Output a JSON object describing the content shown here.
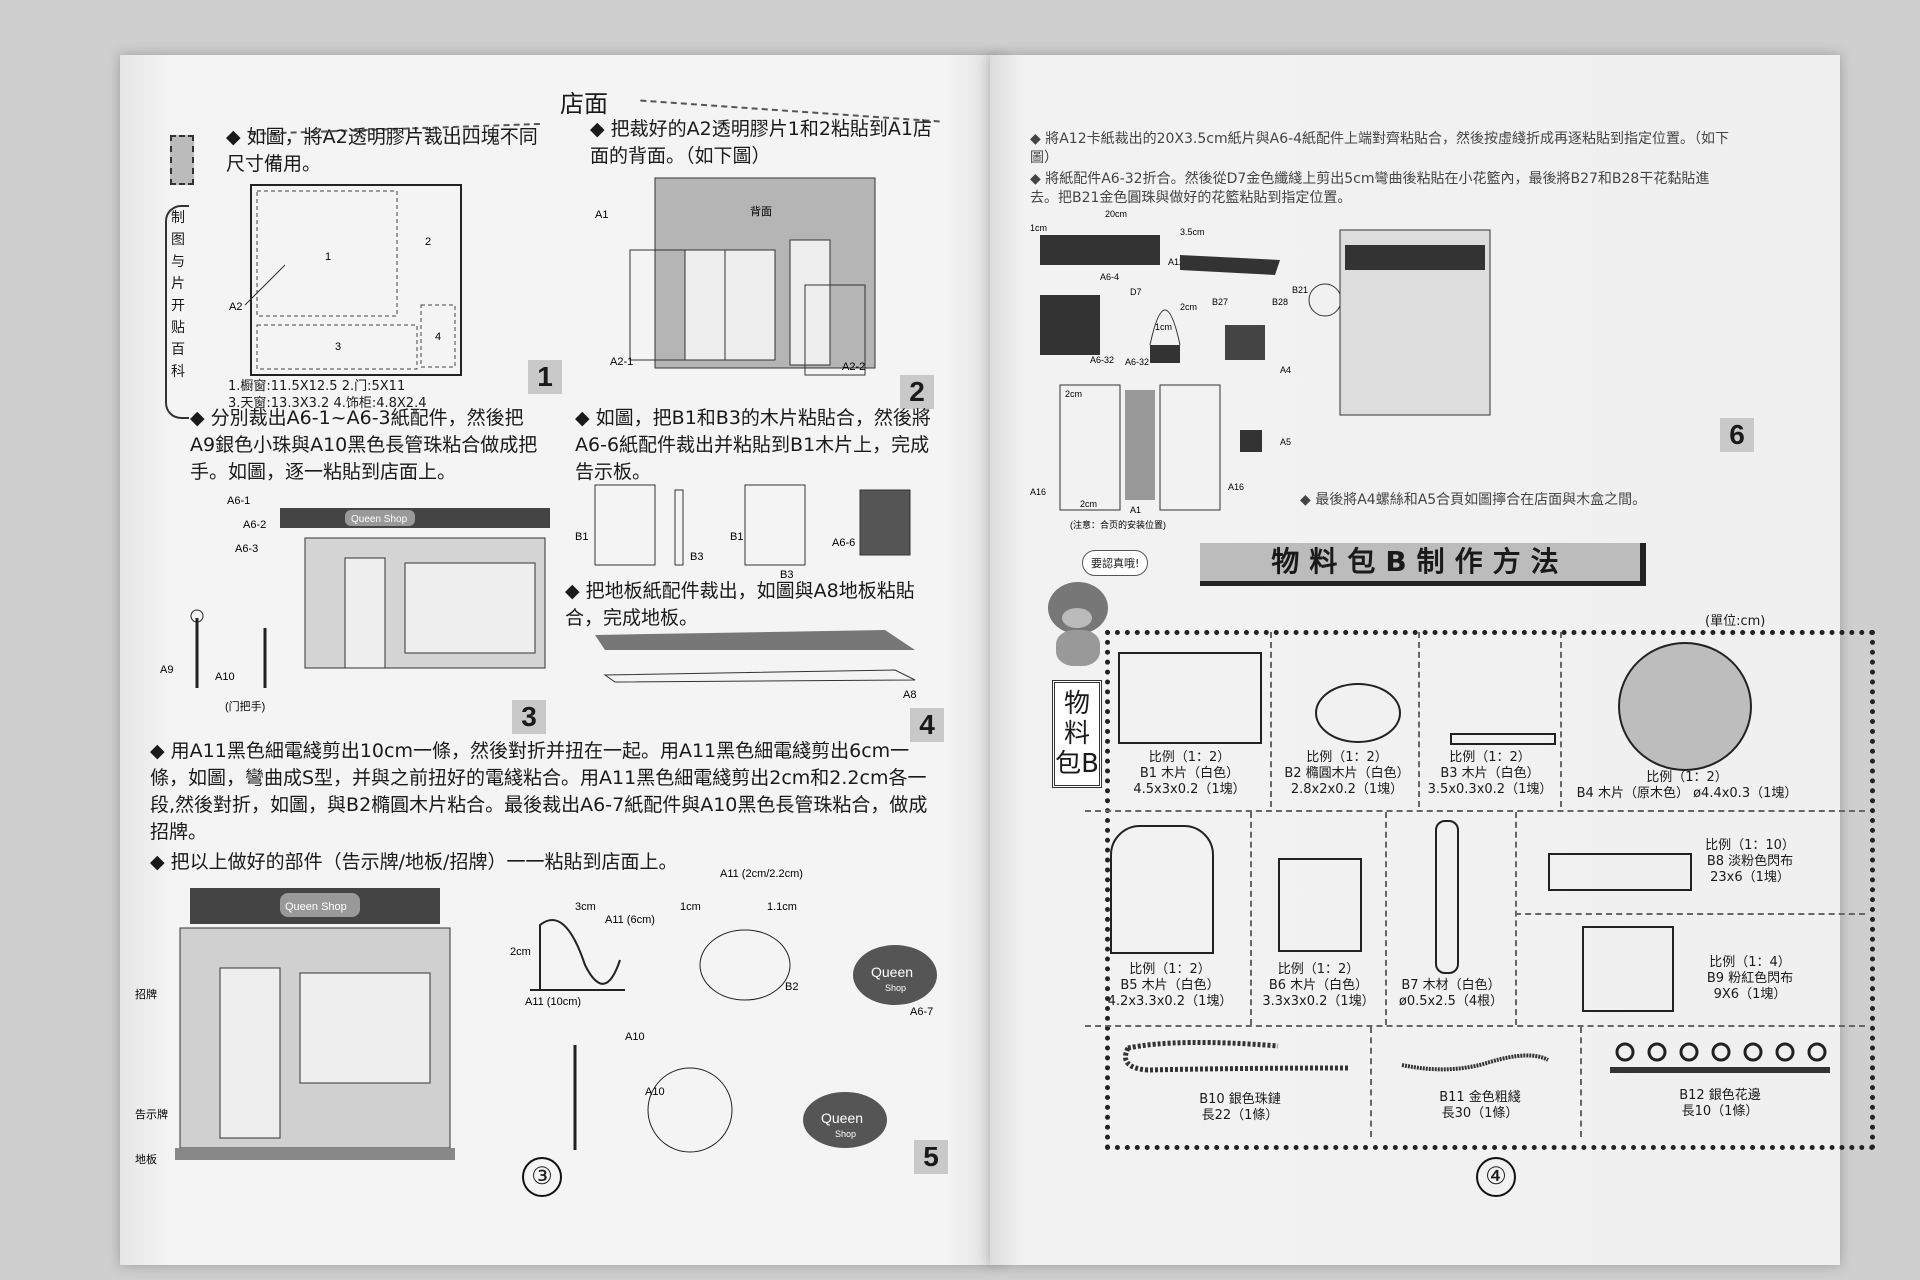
{
  "left_page": {
    "title": "店面",
    "side_tab": "制图与片开贴百科",
    "step1": {
      "text": "如圖，將A2透明膠片裁出四塊不同尺寸備用。",
      "labels": [
        "1",
        "2",
        "3",
        "4",
        "A2"
      ],
      "legend_line1": "1.橱窗:11.5X12.5  2.门:5X11",
      "legend_line2": "3.天窗:13.3X3.2  4.饰柜:4.8X2.4",
      "number": "1"
    },
    "step2": {
      "text": "把裁好的A2透明膠片1和2粘貼到A1店面的背面。（如下圖）",
      "labels": {
        "a1": "A1",
        "back": "背面",
        "a2_1": "A2-1",
        "a2_2": "A2-2"
      },
      "number": "2"
    },
    "step3": {
      "text": "分別裁出A6-1~A6-3紙配件，然後把A9銀色小珠與A10黑色長管珠粘合做成把手。如圖，逐一粘貼到店面上。",
      "labels": {
        "a6_1": "A6-1",
        "a6_2": "A6-2",
        "a6_3": "A6-3",
        "sign": "Queen Shop",
        "a9": "A9",
        "a10": "A10",
        "handle": "(门把手)"
      },
      "number": "3"
    },
    "step4": {
      "text1": "如圖，把B1和B3的木片粘貼合，然後將A6-6紙配件裁出并粘貼到B1木片上，完成告示板。",
      "text2": "把地板紙配件裁出，如圖與A8地板粘貼合，完成地板。",
      "labels": {
        "b1": "B1",
        "b3": "B3",
        "b1b": "B1",
        "b3b": "B3",
        "a6_6": "A6-6",
        "a8": "A8"
      },
      "number": "4"
    },
    "step5": {
      "text1": "用A11黑色細電綫剪出10cm一條，然後對折并扭在一起。用A11黑色細電綫剪出6cm一條，如圖，彎曲成S型，并與之前扭好的電綫粘合。用A11黑色細電綫剪出2cm和2.2cm各一段,然後對折，如圖，與B2橢圓木片粘合。最後裁出A6-7紙配件與A10黑色長管珠粘合，做成招牌。",
      "text2": "把以上做好的部件（告示牌/地板/招牌）一一粘貼到店面上。",
      "labels": {
        "signboard": "招牌",
        "notice": "告示牌",
        "floor": "地板",
        "a11_top": "A11 (2cm/2.2cm)",
        "cm3": "3cm",
        "a11_6": "A11 (6cm)",
        "cm2": "2cm",
        "cm1": "1cm",
        "cm11": "1.1cm",
        "a11_10": "A11 (10cm)",
        "b2": "B2",
        "a6_7": "A6-7",
        "a10a": "A10",
        "a10b": "A10",
        "queen": "Queen",
        "shop": "Shop",
        "queen2": "Queen",
        "shop2": "Shop",
        "shop_sign": "Queen Shop"
      },
      "number": "5"
    },
    "page_number": "③"
  },
  "right_page": {
    "bullet1": "將A12卡紙裁出的20X3.5cm紙片與A6-4紙配件上端對齊粘貼合，然後按虛綫折成再逐粘貼到指定位置。（如下圖）",
    "bullet2": "將紙配件A6-32折合。然後從D7金色纖綫上剪出5cm彎曲後粘貼在小花籃內，最後將B27和B28干花黏貼進去。把B21金色圓珠與做好的花籃粘貼到指定位置。",
    "step6_labels": {
      "cm20": "20cm",
      "cm1": "1cm",
      "cm35": "3.5cm",
      "a12": "A12",
      "a6_4": "A6-4",
      "d7": "D7",
      "cm2": "2cm",
      "cm1b": "1cm",
      "a6_32a": "A6-32",
      "a6_32b": "A6-32",
      "b27": "B27",
      "b28": "B28",
      "b21": "B21",
      "a4": "A4",
      "a5": "A5",
      "a16a": "A16",
      "a16b": "A16",
      "a1": "A1",
      "cm2a": "2cm",
      "cm2b": "2cm",
      "note": "(注意：合页的安装位置)"
    },
    "step6_number": "6",
    "bullet3": "最後將A4螺絲和A5合頁如圖擰合在店面與木盒之間。",
    "bubble": "要認真哦!",
    "banner": "物料包B制作方法",
    "pack_label": "物料包B",
    "unit": "(單位:cm)",
    "materials": [
      {
        "scale": "比例（1：2）",
        "name": "B1 木片（白色）",
        "size": "4.5x3x0.2（1塊）"
      },
      {
        "scale": "比例（1：2）",
        "name": "B2 橢圓木片（白色）",
        "size": "2.8x2x0.2（1塊）"
      },
      {
        "scale": "比例（1：2）",
        "name": "B3 木片（白色）",
        "size": "3.5x0.3x0.2（1塊）"
      },
      {
        "scale": "比例（1：2）",
        "name": "B4 木片（原木色）",
        "size": "ø4.4x0.3（1塊）"
      },
      {
        "scale": "比例（1：2）",
        "name": "B5 木片（白色）",
        "size": "4.2x3.3x0.2（1塊）"
      },
      {
        "scale": "比例（1：2）",
        "name": "B6 木片（白色）",
        "size": "3.3x3x0.2（1塊）"
      },
      {
        "scale": "",
        "name": "B7 木材（白色）",
        "size": "ø0.5x2.5（4根）"
      },
      {
        "scale": "比例（1：10）",
        "name": "B8 淡粉色閃布",
        "size": "23x6（1塊）"
      },
      {
        "scale": "比例（1：4）",
        "name": "B9 粉紅色閃布",
        "size": "9X6（1塊）"
      },
      {
        "scale": "",
        "name": "B10 銀色珠鏈",
        "size": "長22（1條）"
      },
      {
        "scale": "",
        "name": "B11 金色粗綫",
        "size": "長30（1條）"
      },
      {
        "scale": "",
        "name": "B12 銀色花邊",
        "size": "長10（1條）"
      }
    ],
    "page_number": "④"
  }
}
